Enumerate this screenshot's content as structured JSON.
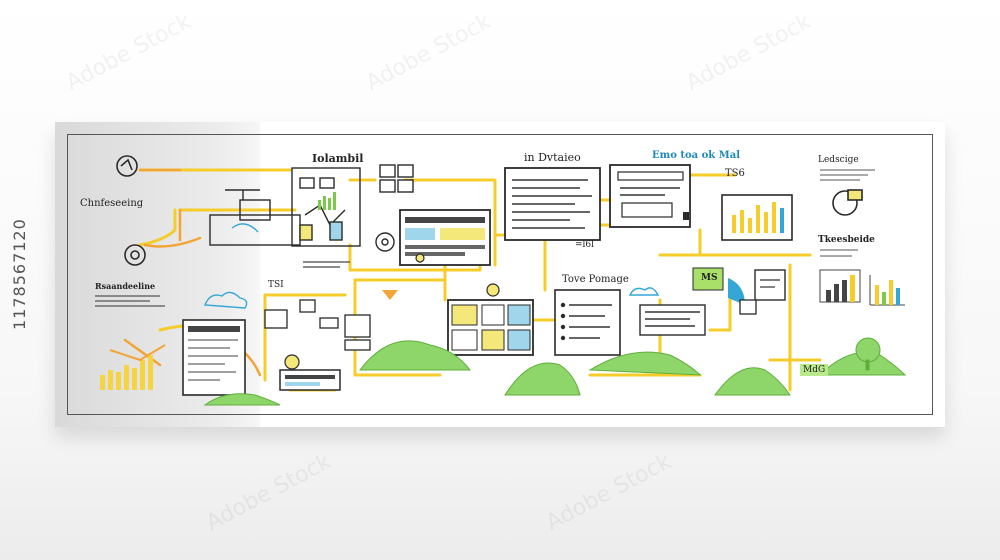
{
  "labels": {
    "chneesing": "Chnfeseeing",
    "lolambil": "Iolambil",
    "in_dvtaieo": "in Dvtaieo",
    "emo_tea_ok_mal": "Emo toa ok Mal",
    "tsg": "TS6",
    "ledscige": "Ledscige",
    "teesembeilo": "Tkeesbeide",
    "rsaandeeline": "Rsaandeeline",
    "sl_tag": "=l6l",
    "tove_pomage": "Tove Pomage",
    "tsi": "TSI",
    "ms_sticky": "MS",
    "mdg": "MdG"
  },
  "side_id": "1178567120",
  "watermark": "Adobe Stock",
  "colors": {
    "connector": "#f5cc2a",
    "orange": "#f2a535",
    "green": "#7cc94c",
    "blue": "#35a7d6",
    "ink": "#2a2a2a"
  }
}
